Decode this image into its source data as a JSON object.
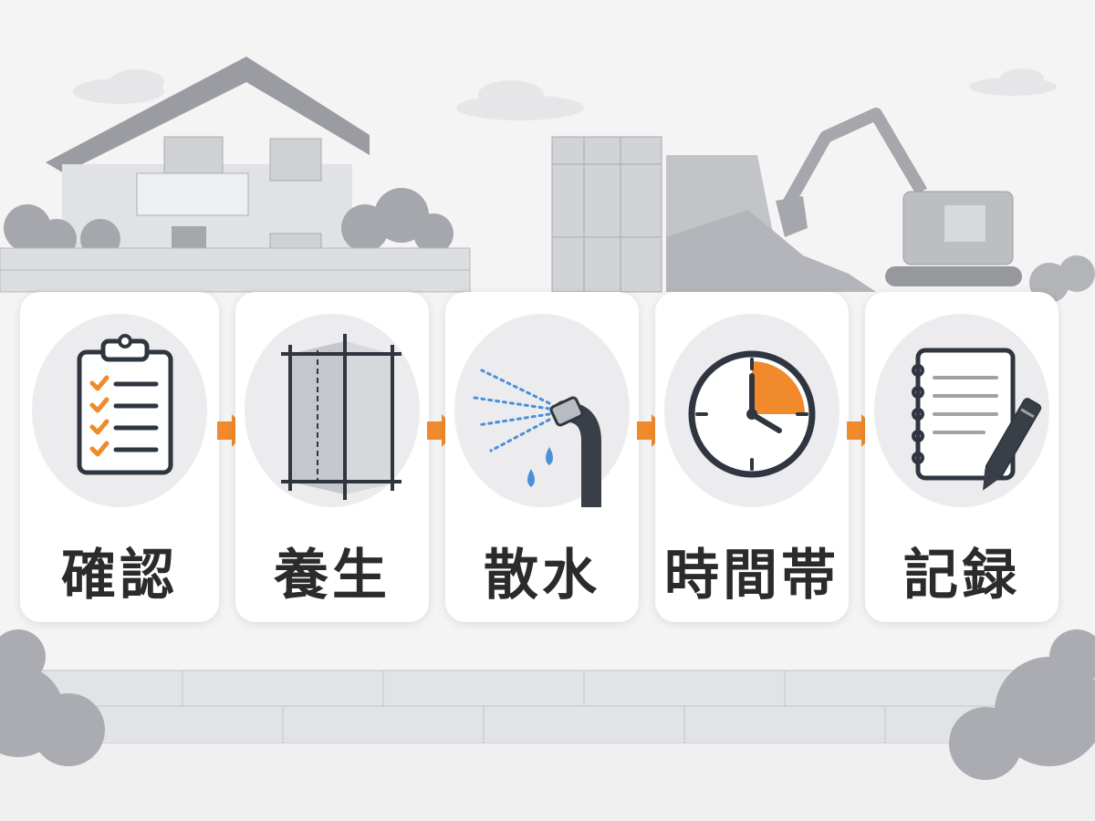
{
  "steps": [
    {
      "label": "確認",
      "icon": "clipboard-checklist-icon"
    },
    {
      "label": "養生",
      "icon": "scaffold-sheet-icon"
    },
    {
      "label": "散水",
      "icon": "water-spray-nozzle-icon"
    },
    {
      "label": "時間帯",
      "icon": "clock-icon"
    },
    {
      "label": "記録",
      "icon": "notebook-pen-icon"
    }
  ],
  "colors": {
    "accent": "#f08a2c",
    "water": "#4a90d9",
    "ink": "#2f3640",
    "background": "#f4f4f5"
  }
}
